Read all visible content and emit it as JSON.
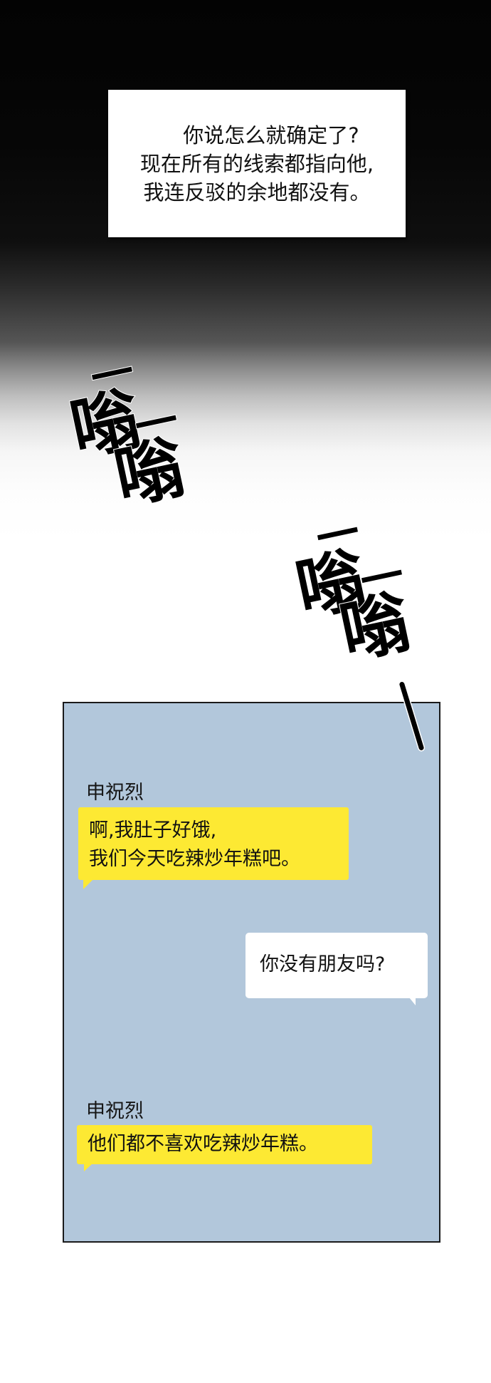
{
  "caption": {
    "lines": [
      "你说怎么就确定了?",
      "现在所有的线索都指向他,",
      "我连反驳的余地都没有。"
    ]
  },
  "sound_effects": [
    {
      "text": "嗡",
      "dash": "一"
    },
    {
      "text": "嗡",
      "dash": "一"
    },
    {
      "text": "嗡",
      "dash": "一"
    },
    {
      "text": "嗡",
      "dash": "一"
    }
  ],
  "chat": {
    "colors": {
      "panel_bg": "#b2c7db",
      "incoming_bubble": "#fde933",
      "outgoing_bubble": "#ffffff"
    },
    "messages": [
      {
        "sender": "申祝烈",
        "direction": "incoming",
        "lines": [
          "啊,我肚子好饿,",
          "我们今天吃辣炒年糕吧。"
        ]
      },
      {
        "sender": "",
        "direction": "outgoing",
        "lines": [
          "你没有朋友吗?"
        ]
      },
      {
        "sender": "申祝烈",
        "direction": "incoming",
        "lines": [
          "他们都不喜欢吃辣炒年糕。"
        ]
      }
    ]
  }
}
